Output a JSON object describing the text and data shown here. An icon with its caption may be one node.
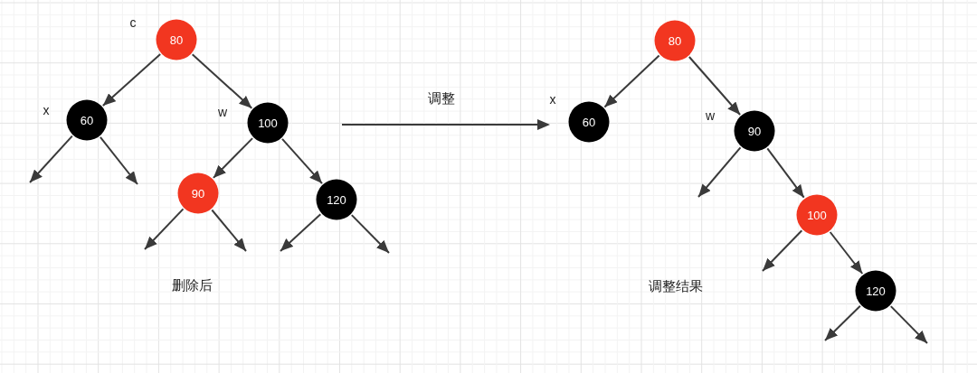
{
  "diagram": {
    "nodes": [
      {
        "text": [
          "80"
        ],
        "beside": [
          "c"
        ]
      },
      {
        "text": [
          "60"
        ],
        "beside": [
          "x"
        ]
      },
      {
        "text": [
          "100"
        ],
        "beside": [
          "w"
        ]
      },
      {
        "text": [
          "90"
        ]
      },
      {
        "text": [
          "120"
        ]
      },
      {
        "text": [
          "80"
        ]
      },
      {
        "text": [
          "60"
        ],
        "beside": [
          "x"
        ]
      },
      {
        "text": [
          "90"
        ],
        "beside": [
          "w"
        ]
      },
      {
        "text": [
          "100"
        ]
      },
      {
        "text": [
          "120"
        ]
      }
    ],
    "edges": [
      {
        "from": 0,
        "to": 1,
        "arrow": "to"
      },
      {
        "from": 0,
        "to": 2,
        "arrow": "to"
      },
      {
        "from": 1,
        "to": null,
        "arrow": "to"
      },
      {
        "from": 1,
        "to": null,
        "arrow": "to"
      },
      {
        "from": 2,
        "to": 3,
        "arrow": "to"
      },
      {
        "from": 2,
        "to": 4,
        "arrow": "to"
      },
      {
        "from": 3,
        "to": null,
        "arrow": "to"
      },
      {
        "from": 3,
        "to": null,
        "arrow": "to"
      },
      {
        "from": 4,
        "to": null,
        "arrow": "to"
      },
      {
        "from": 4,
        "to": null,
        "arrow": "to"
      },
      {
        "from": 5,
        "to": 6,
        "arrow": "to"
      },
      {
        "from": 5,
        "to": 7,
        "arrow": "to"
      },
      {
        "from": 7,
        "to": null,
        "arrow": "to"
      },
      {
        "from": 7,
        "to": 8,
        "arrow": "to"
      },
      {
        "from": 8,
        "to": null,
        "arrow": "to"
      },
      {
        "from": 8,
        "to": 9,
        "arrow": "to"
      },
      {
        "from": 9,
        "to": null,
        "arrow": "to"
      },
      {
        "from": 9,
        "to": null,
        "arrow": "to"
      }
    ],
    "labels": [
      "调整",
      "删除后",
      "调整结果"
    ]
  }
}
